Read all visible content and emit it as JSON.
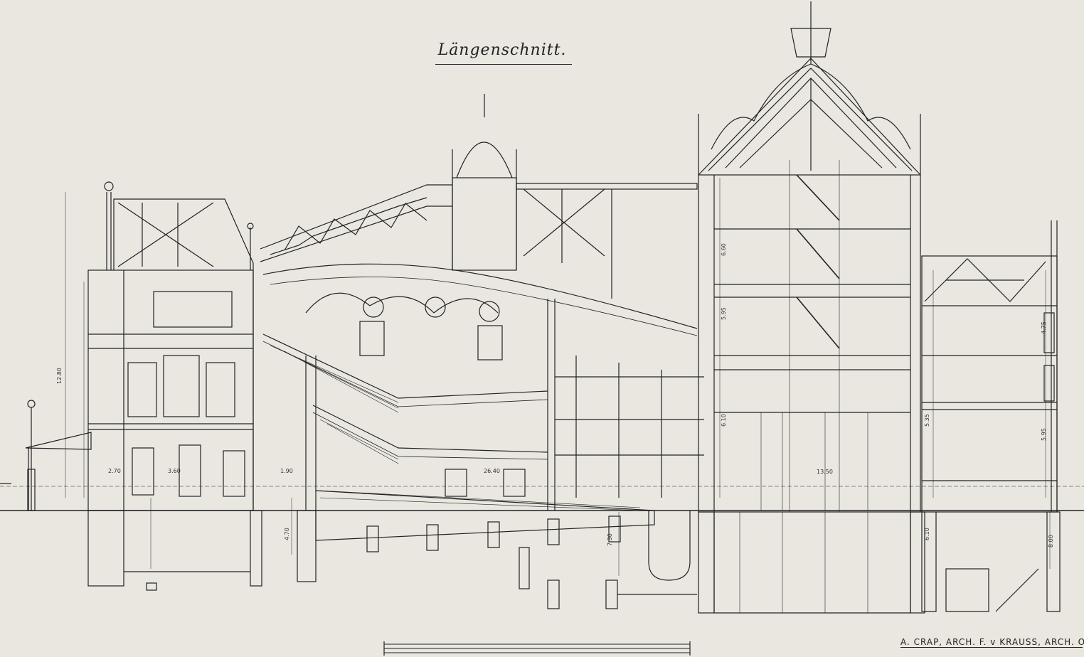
{
  "drawing": {
    "title": "Längenschnitt.",
    "credits": "A. CRAP, ARCH.  F. v KRAUSS, ARCH. O.M.",
    "dimensions": [
      "12.80",
      "2.70",
      "3.60",
      "1.90",
      "26.40",
      "13.50",
      "4.70",
      "7.30",
      "6.10",
      "5.95",
      "5.35",
      "6.10",
      "8.00",
      "6.60",
      "4.75",
      "5.95"
    ],
    "colors": {
      "paper": "#e9e7e0",
      "ink": "#1f1f1f"
    }
  }
}
